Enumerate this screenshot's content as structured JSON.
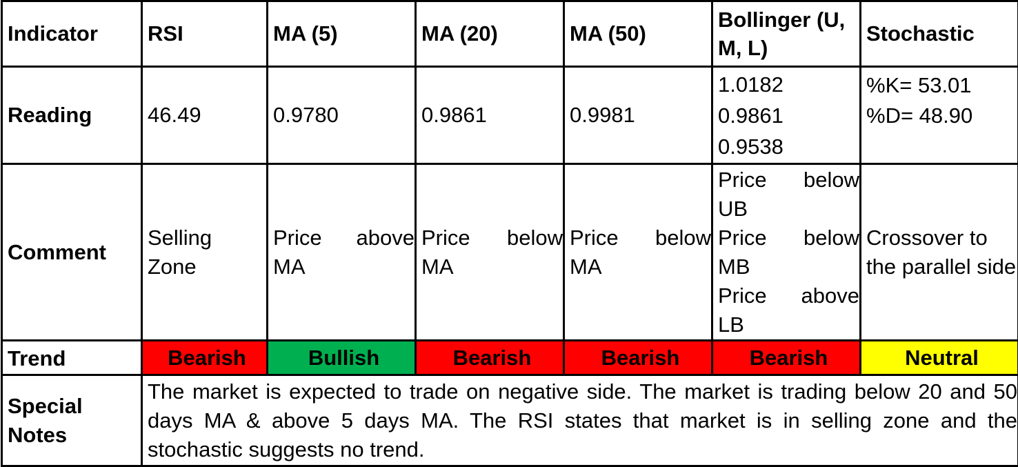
{
  "headers": [
    "Indicator",
    "RSI",
    "MA (5)",
    "MA (20)",
    "MA (50)",
    "Bollinger (U, M, L)",
    "Stochastic"
  ],
  "reading": {
    "label": "Reading",
    "rsi": "46.49",
    "ma5": "0.9780",
    "ma20": "0.9861",
    "ma50": "0.9981",
    "bollinger": [
      "1.0182",
      "0.9861",
      "0.9538"
    ],
    "stochastic": [
      "%K= 53.01",
      "%D= 48.90"
    ]
  },
  "comment": {
    "label": "Comment",
    "rsi": "Selling Zone",
    "ma5": "Price above MA",
    "ma20": "Price below MA",
    "ma50": "Price below MA",
    "bollinger": [
      "Price below UB",
      "Price below MB",
      "Price above LB"
    ],
    "stochastic": "Crossover to the parallel side"
  },
  "trend": {
    "label": "Trend",
    "items": [
      {
        "text": "Bearish",
        "color": "#ff0000"
      },
      {
        "text": "Bullish",
        "color": "#00b050"
      },
      {
        "text": "Bearish",
        "color": "#ff0000"
      },
      {
        "text": "Bearish",
        "color": "#ff0000"
      },
      {
        "text": "Bearish",
        "color": "#ff0000"
      },
      {
        "text": "Neutral",
        "color": "#ffff00"
      }
    ]
  },
  "special_notes": {
    "label": "Special Notes",
    "text": "The market is expected to trade on negative side. The market is trading below 20 and 50 days MA & above 5 days MA. The RSI states that market is in selling zone and the stochastic suggests no trend."
  }
}
